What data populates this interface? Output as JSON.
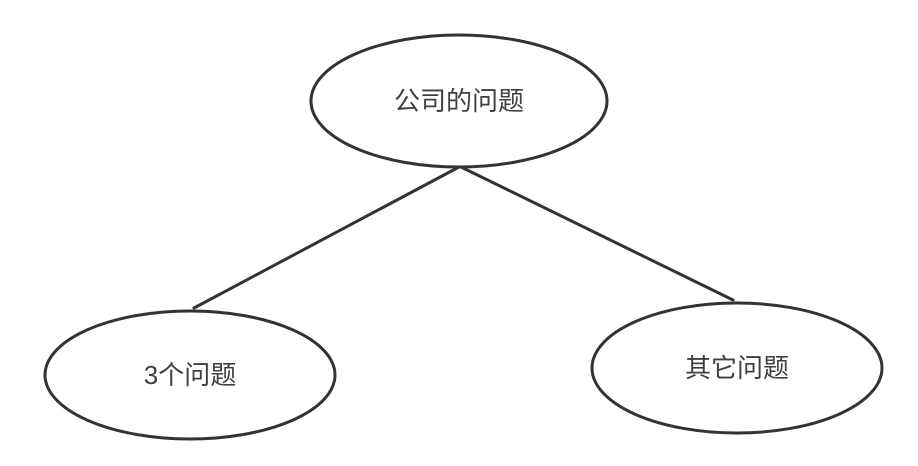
{
  "diagram": {
    "type": "tree",
    "colors": {
      "stroke": "#333333",
      "text": "#404040",
      "background": "#ffffff"
    },
    "nodes": [
      {
        "id": "root",
        "label": "公司的问题",
        "shape": "ellipse"
      },
      {
        "id": "child-left",
        "label": "3个问题",
        "shape": "ellipse"
      },
      {
        "id": "child-right",
        "label": "其它问题",
        "shape": "ellipse"
      }
    ],
    "edges": [
      {
        "from": "root",
        "to": "child-left"
      },
      {
        "from": "root",
        "to": "child-right"
      }
    ]
  }
}
